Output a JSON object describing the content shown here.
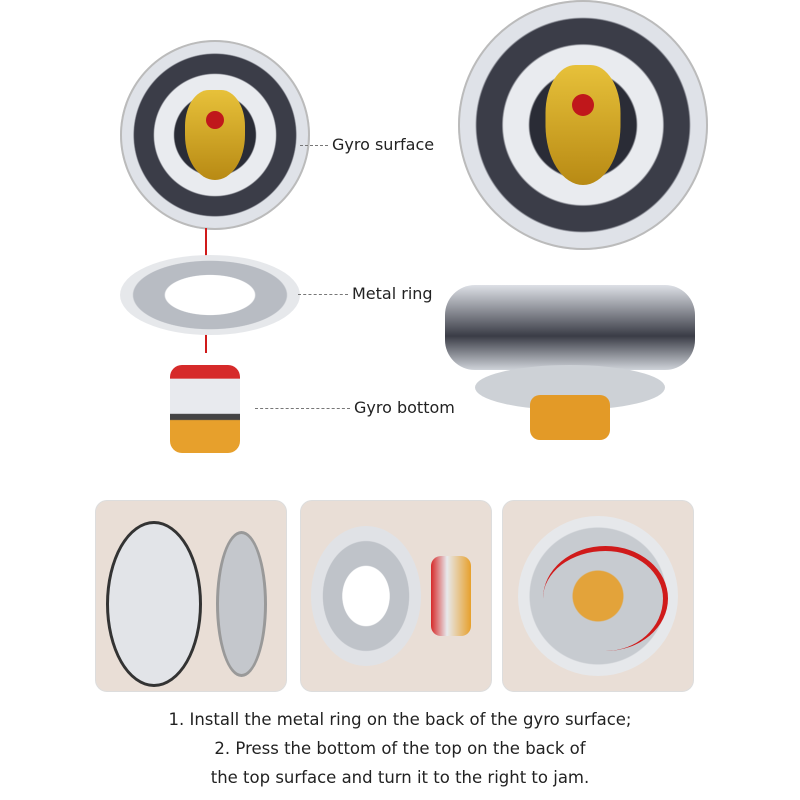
{
  "labels": {
    "gyro_surface": "Gyro surface",
    "metal_ring": "Metal ring",
    "gyro_bottom": "Gyro bottom"
  },
  "instructions": [
    "1. Install the metal ring on the back of the gyro surface;",
    "2. Press the bottom of the top on the back of",
    "the top surface and turn it to the right to jam."
  ],
  "colors": {
    "accent_red": "#c0171b",
    "gold": "#d4a51f",
    "silver": "#c9ccd2"
  }
}
